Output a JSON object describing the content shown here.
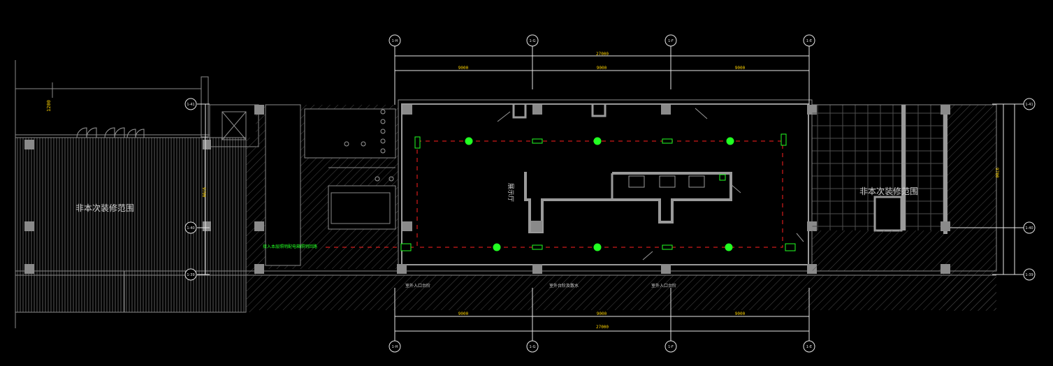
{
  "colors": {
    "background": "#000000",
    "wall": "#9a9a9a",
    "hatch": "#6e6e6e",
    "dimension": "#ffd400",
    "fixture": "#22ff22",
    "circuit": "#ff2020",
    "axis": "#e6e6e6"
  },
  "axes_top": [
    {
      "id": "ax-h",
      "label": "1-H"
    },
    {
      "id": "ax-g",
      "label": "1-G"
    },
    {
      "id": "ax-f",
      "label": "1-F"
    },
    {
      "id": "ax-e",
      "label": "1-E"
    }
  ],
  "axes_bottom": [
    {
      "id": "ax-h",
      "label": "1-H"
    },
    {
      "id": "ax-g",
      "label": "1-G"
    },
    {
      "id": "ax-f",
      "label": "1-F"
    },
    {
      "id": "ax-e",
      "label": "1-E"
    }
  ],
  "axes_side": [
    {
      "id": "ax-41",
      "label": "1-41"
    },
    {
      "id": "ax-40",
      "label": "1-40"
    },
    {
      "id": "ax-39",
      "label": "1-39"
    }
  ],
  "dimensions": {
    "top_total": "27000",
    "top_segments": [
      "9000",
      "9000",
      "9000"
    ],
    "bottom_total": "27000",
    "bottom_segments": [
      "9000",
      "9000",
      "9000"
    ],
    "right_side": "9700",
    "left_side": "9700",
    "top_left": "1200"
  },
  "labels": {
    "left_area": "非本次装修范围",
    "right_area": "非本次装修范围",
    "circuit_note": "接入本层照明配电箱照明回路",
    "center_room": "展示厅",
    "bottom_note_1": "室外入口台阶",
    "bottom_note_2": "室外台阶及散水",
    "bottom_note_3": "室外入口台阶"
  }
}
